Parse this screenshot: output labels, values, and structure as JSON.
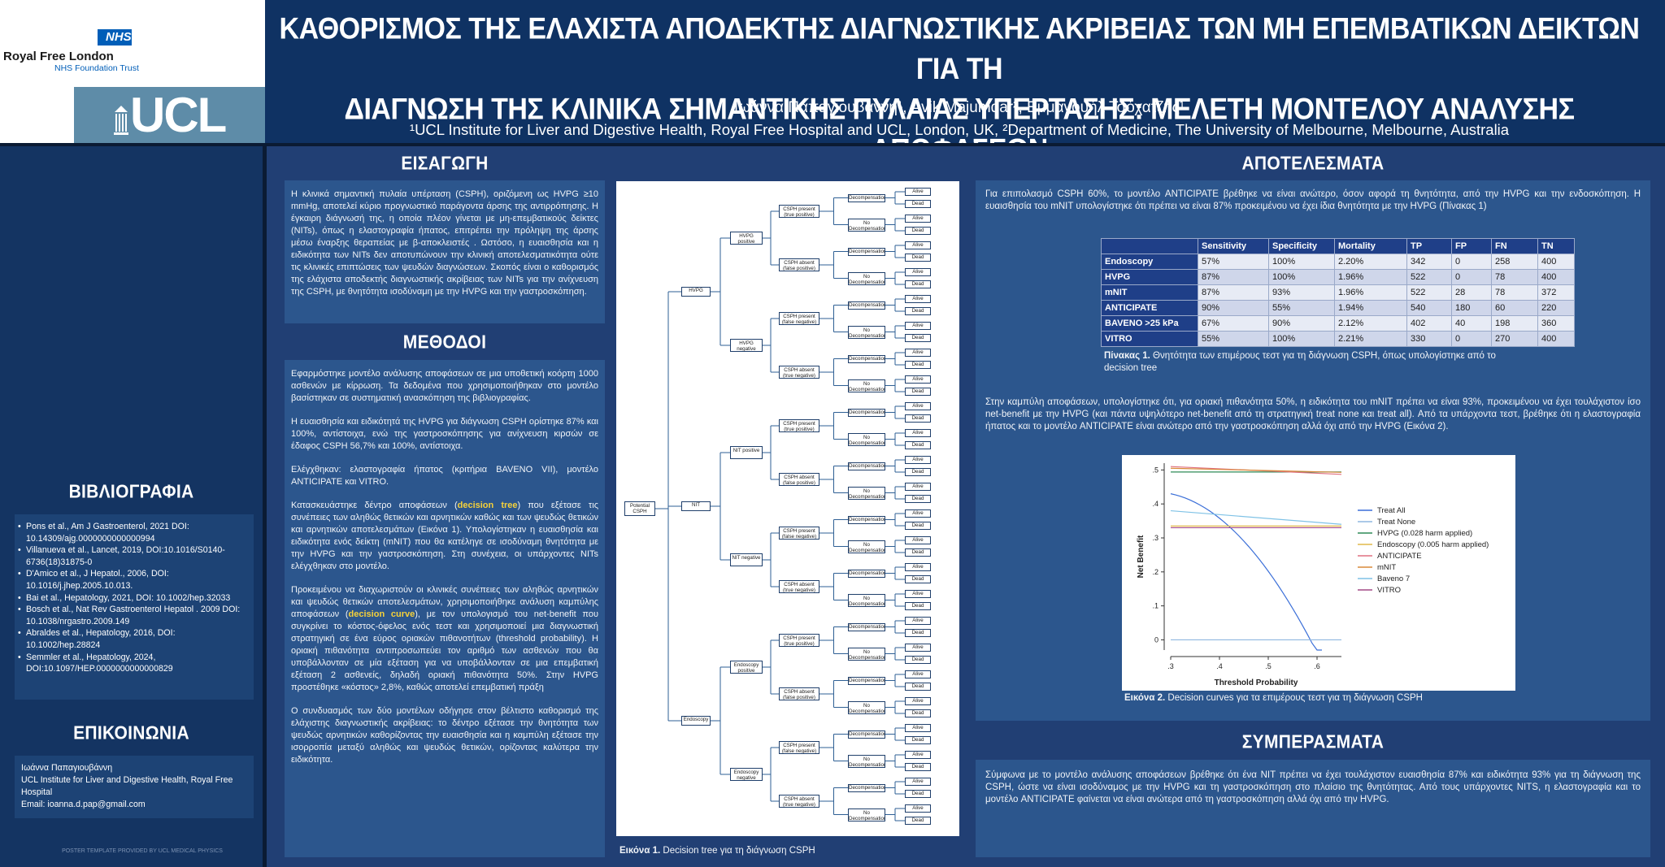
{
  "header": {
    "nhs_logo": "NHS",
    "nhs_org": "Royal Free London",
    "nhs_trust": "NHS Foundation Trust",
    "ucl_logo": "UCL",
    "title_line1": "ΚΑΘΟΡΙΣΜΟΣ ΤΗΣ ΕΛΑΧΙΣΤΑ ΑΠΟΔΕΚΤΗΣ ΔΙΑΓΝΩΣΤΙΚΗΣ ΑΚΡΙΒΕΙΑΣ ΤΩΝ ΜΗ ΕΠΕΜΒΑΤΙΚΩΝ ΔΕΙΚΤΩΝ ΓΙΑ ΤΗ",
    "title_line2": "ΔΙΑΓΝΩΣΗ ΤΗΣ ΚΛΙΝΙΚΑ ΣΗΜΑΝΤΙΚΗΣ ΠΥΛΑΙΑΣ ΥΠΕΡΤΑΣΗΣ: ΜΕΛΕΤΗ ΜΟΝΤΕΛΟΥ ΑΝΑΛΥΣΗΣ ΑΠΟΦΑΣΕΩΝ",
    "authors": "Ιωάννα Παπαγιουβάννη¹, Avik Majumdar², Εμμανουήλ Τσόχατζης¹",
    "affiliation": "¹UCL Institute for Liver and Digestive Health, Royal Free Hospital and UCL, London, UK, ²Department of Medicine, The University of Melbourne, Melbourne, Australia"
  },
  "sidebar": {
    "refs_title": "ΒΙΒΛΙΟΓΡΑΦΙΑ",
    "refs": [
      "Pons et al., Am J Gastroenterol, 2021 DOI: 10.14309/ajg.0000000000000994",
      "Villanueva et al., Lancet, 2019, DOI:10.1016/S0140-6736(18)31875-0",
      "D'Amico et al., J Hepatol., 2006, DOI: 10.1016/j.jhep.2005.10.013.",
      "Bai et al., Hepatology, 2021, DOI: 10.1002/hep.32033",
      "Bosch et al., Nat Rev Gastroenterol Hepatol . 2009 DOI: 10.1038/nrgastro.2009.149",
      "Abraldes et al., Hepatology, 2016, DOI: 10.1002/hep.28824",
      "Semmler et al., Hepatology, 2024, DOI:10.1097/HEP.0000000000000829"
    ],
    "contact_title": "ΕΠΙΚΟΙΝΩΝΙΑ",
    "contact_name": "Ιωάννα Παπαγιουβάννη",
    "contact_inst": "UCL Institute for Liver and Digestive Health, Royal Free Hospital",
    "contact_email": "Email: ioanna.d.pap@gmail.com"
  },
  "intro": {
    "title": "ΕΙΣΑΓΩΓΗ",
    "text": "Η κλινικά σημαντική πυλαία υπέρταση (CSPH), οριζόμενη ως HVPG ≥10 mmHg, αποτελεί κύριο προγνωστικό παράγοντα άρσης της αντιρρόπησης. Η έγκαιρη διάγνωσή της, η οποία πλέον γίνεται με μη-επεμβατικούς δείκτες (NITs), όπως η ελαστογραφία ήπατος, επιτρέπει την πρόληψη της άρσης μέσω έναρξης θεραπείας με β-αποκλειστές . Ωστόσο, η ευαισθησία και η ειδικότητα των NITs δεν αποτυπώνουν την κλινική αποτελεσματικότητα ούτε τις κλινικές επιπτώσεις των ψευδών διαγνώσεων. Σκοπός είναι ο καθορισμός της ελάχιστα αποδεκτής διαγνωστικής ακρίβειας των NITs για την ανίχνευση της CSPH, με θνητότητα ισοδύναμη με την HVPG και την γαστροσκόπηση."
  },
  "methods": {
    "title": "ΜΕΘΟΔΟΙ",
    "p1": "Εφαρμόστηκε μοντέλο ανάλυσης αποφάσεων σε μια υποθετική κοόρτη 1000 ασθενών με κίρρωση. Τα δεδομένα που χρησιμοποιήθηκαν στο μοντέλο βασίστηκαν σε συστηματική ανασκόπηση της βιβλιογραφίας.",
    "p2": "Η ευαισθησία και ειδικότητά της HVPG για διάγνωση CSPH ορίστηκε 87% και 100%, αντίστοιχα, ενώ της γαστροσκόπησης για ανίχνευση κιρσών σε έδαφος CSPH 56,7% και 100%, αντίστοιχα.",
    "p3": "Ελέγχθηκαν: ελαστογραφία ήπατος (κριτήρια BAVENO VII), μοντέλο ANTICIPATE και VITRO.",
    "p4a": "Κατασκευάστηκε δέντρο αποφάσεων (",
    "p4hl": "decision tree",
    "p4b": ") που εξέτασε τις συνέπειες των αληθώς θετικών και αρνητικών καθώς και των ψευδώς θετικών και αρνητικών αποτελεσμάτων (Εικόνα 1). Υπολογίστηκαν η ευαισθησία και ειδικότητα ενός δείκτη (mNIT) που θα κατέληγε σε ισοδύναμη θνητότητα με την HVPG και την γαστροσκόπηση. Στη συνέχεια, οι υπάρχοντες NITs ελέγχθηκαν στο μοντέλο.",
    "p5a": "Προκειμένου να διαχωριστούν οι κλινικές συνέπειες των αληθώς αρνητικών και ψευδώς θετικών αποτελεσμάτων, χρησιμοποιήθηκε ανάλυση καμπύλης αποφάσεων (",
    "p5hl": "decision curve",
    "p5b": "), με τον υπολογισμό του net-benefit που συγκρίνει το κόστος-όφελος ενός τεστ και χρησιμοποιεί μια διαγνωστική στρατηγική σε ένα εύρος οριακών πιθανοτήτων (threshold probability). Η οριακή πιθανότητα αντιπροσωπεύει τον αριθμό των ασθενών που θα υποβάλλονταν σε μία εξέταση για να υποβάλλονταν σε μια επεμβατική εξέταση 2 ασθενείς, δηλαδή οριακή πιθανότητα 50%. Στην HVPG προστέθηκε «κόστος» 2,8%, καθώς αποτελεί επεμβατική πράξη",
    "p6": "Ο συνδυασμός των δύο μοντέλων οδήγησε στον βέλτιστο καθορισμό της ελάχιστης διαγνωστικής ακρίβειας: το δέντρο εξέτασε την θνητότητα των ψευδώς αρνητικών καθορίζοντας την ευαισθησία και η καμπύλη εξέτασε την ισορροπία μεταξύ αληθώς και ψευδώς θετικών, ορίζοντας καλύτερα την ειδικότητα."
  },
  "figure1": {
    "caption_bold": "Εικόνα 1.",
    "caption": " Decision tree για τη διάγνωση CSPH"
  },
  "tree": {
    "root": "Potential CSPH",
    "level1": [
      "HVPG",
      "NIT",
      "Endoscopy"
    ],
    "results": [
      [
        "HVPG positive",
        "HVPG negative"
      ],
      [
        "NIT positive",
        "NIT negative"
      ],
      [
        "Endoscopy positive",
        "Endoscopy negative"
      ]
    ],
    "pos_leaves": [
      "CSPH present (true positive)",
      "CSPH absent (false positive)"
    ],
    "neg_leaves": [
      "CSPH present (false negative)",
      "CSPH absent (true negative)"
    ],
    "decomp": "Decompensation",
    "nodecomp": "No Decompensation",
    "alive": "Alive",
    "dead": "Dead"
  },
  "results": {
    "title": "ΑΠΟΤΕΛΕΣΜΑΤΑ",
    "p1": "Για επιπολασμό CSPH 60%, το μοντέλο ANTICIPATE βρέθηκε να είναι ανώτερο, όσον αφορά τη θνητότητα, από την HVPG και την ενδοσκόπηση. Η ευαισθησία του mNIT υπολογίστηκε ότι πρέπει να είναι 87% προκειμένου να έχει ίδια θνητότητα με την HVPG (Πίνακας 1)",
    "table_headers": [
      "",
      "Sensitivity",
      "Specificity",
      "Mortality",
      "TP",
      "FP",
      "FN",
      "TN"
    ],
    "table_rows": [
      [
        "Endoscopy",
        "57%",
        "100%",
        "2.20%",
        "342",
        "0",
        "258",
        "400"
      ],
      [
        "HVPG",
        "87%",
        "100%",
        "1.96%",
        "522",
        "0",
        "78",
        "400"
      ],
      [
        "mNIT",
        "87%",
        "93%",
        "1.96%",
        "522",
        "28",
        "78",
        "372"
      ],
      [
        "ANTICIPATE",
        "90%",
        "55%",
        "1.94%",
        "540",
        "180",
        "60",
        "220"
      ],
      [
        "BAVENO >25 kPa",
        "67%",
        "90%",
        "2.12%",
        "402",
        "40",
        "198",
        "360"
      ],
      [
        "VITRO",
        "55%",
        "100%",
        "2.21%",
        "330",
        "0",
        "270",
        "400"
      ]
    ],
    "table_caption_bold": "Πίνακας 1.",
    "table_caption": " Θνητότητα των επιμέρους τεστ για τη διάγνωση CSPH, όπως υπολογίστηκε από το decision tree",
    "p2": "Στην καμπύλη αποφάσεων, υπολογίστηκε ότι, για οριακή πιθανότητα 50%, η ειδικότητα του mNIT πρέπει να είναι 93%, προκειμένου να έχει τουλάχιστον ίσο net-benefit με την HVPG (και πάντα υψηλότερο net-benefit από τη στρατηγική treat none και treat all). Από τα υπάρχοντα τεστ, βρέθηκε ότι η ελαστογραφία ήπατος και το μοντέλο ANTICIPATE είναι ανώτερο από την γαστροσκόπηση αλλά όχι από την HVPG (Εικόνα 2).",
    "fig2_caption_bold": "Εικόνα 2.",
    "fig2_caption": " Decision curves για τα επιμέρους τεστ για τη διάγνωση CSPH"
  },
  "conclusions": {
    "title": "ΣΥΜΠΕΡΑΣΜΑΤΑ",
    "text": "Σύμφωνα με το μοντέλο ανάλυσης αποφάσεων βρέθηκε ότι ένα NIT πρέπει να έχει τουλάχιστον ευαισθησία 87% και ειδικότητα 93% για τη διάγνωση της CSPH, ώστε να είναι ισοδύναμος με την HVPG και τη γαστροσκόπηση στο πλαίσιο της θνητότητας. Από τους υπάρχοντες NITS, η ελαστογραφία και το μοντέλο ANTICIPATE φαίνεται να είναι ανώτερα από τη γαστροσκόπηση αλλά όχι από την HVPG."
  },
  "chart_data": {
    "type": "line",
    "xlabel": "Threshold Probability",
    "ylabel": "Net Benefit",
    "xlim": [
      0.3,
      0.65
    ],
    "ylim": [
      -0.03,
      0.52
    ],
    "xticks": [
      ".3",
      ".4",
      ".5",
      ".6"
    ],
    "yticks": [
      "0",
      ".1",
      ".2",
      ".3",
      ".4",
      ".5"
    ],
    "legend_position": "right",
    "series": [
      {
        "name": "Treat All",
        "color": "#3b6fd8",
        "x": [
          0.3,
          0.4,
          0.5,
          0.6
        ],
        "y": [
          0.43,
          0.33,
          0.2,
          0.0
        ]
      },
      {
        "name": "Treat None",
        "color": "#8fb7e0",
        "x": [
          0.3,
          0.65
        ],
        "y": [
          0.0,
          0.0
        ]
      },
      {
        "name": "HVPG (0.028 harm applied)",
        "color": "#2e8b57",
        "x": [
          0.3,
          0.65
        ],
        "y": [
          0.494,
          0.494
        ]
      },
      {
        "name": "Endoscopy (0.005 harm applied)",
        "color": "#e0b84a",
        "x": [
          0.3,
          0.65
        ],
        "y": [
          0.335,
          0.335
        ]
      },
      {
        "name": "ANTICIPATE",
        "color": "#e07080",
        "x": [
          0.3,
          0.65
        ],
        "y": [
          0.51,
          0.487
        ]
      },
      {
        "name": "mNIT",
        "color": "#d98a3a",
        "x": [
          0.3,
          0.65
        ],
        "y": [
          0.505,
          0.493
        ]
      },
      {
        "name": "Baveno 7",
        "color": "#7fc2e6",
        "x": [
          0.3,
          0.65
        ],
        "y": [
          0.38,
          0.34
        ]
      },
      {
        "name": "VITRO",
        "color": "#a44a86",
        "x": [
          0.3,
          0.65
        ],
        "y": [
          0.33,
          0.33
        ]
      }
    ]
  },
  "footer_note": "POSTER TEMPLATE PROVIDED BY UCL MEDICAL PHYSICS"
}
